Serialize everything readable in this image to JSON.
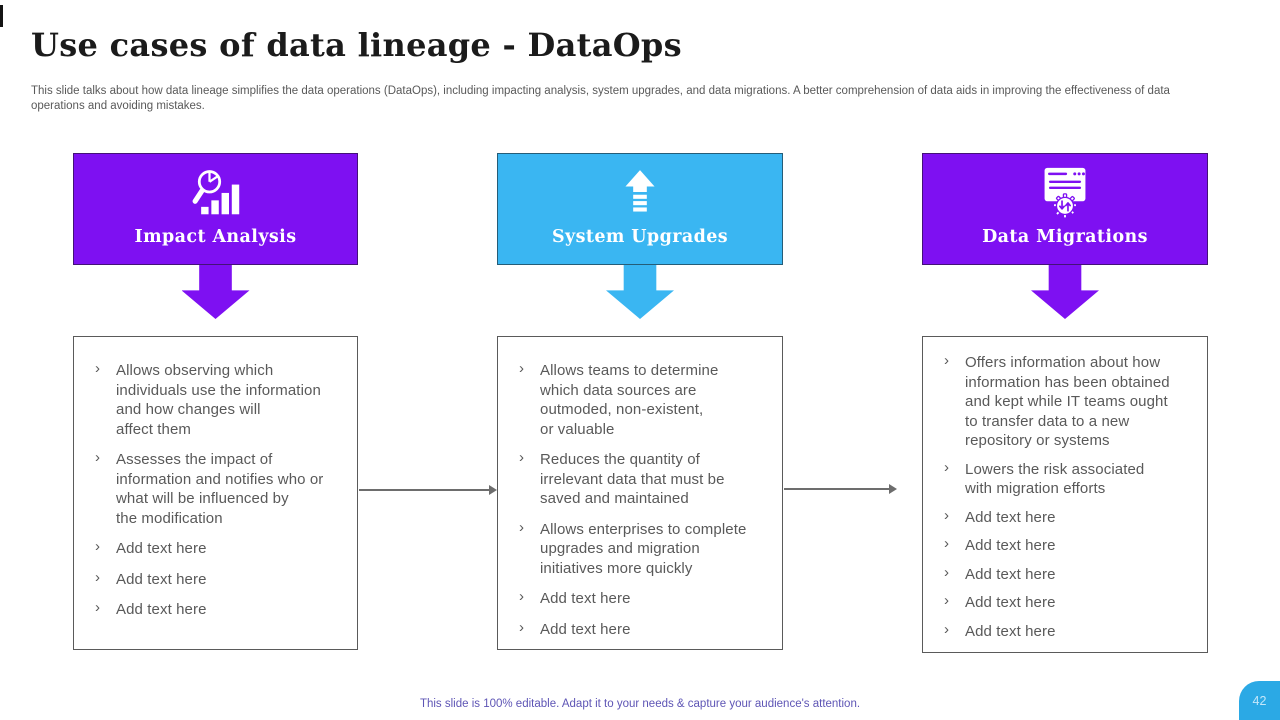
{
  "slide": {
    "title": "Use cases of data lineage - DataOps",
    "subtitle": "This slide talks about how data lineage simplifies the data operations (DataOps), including impacting analysis, system upgrades, and data migrations. A better comprehension of data aids in improving the effectiveness of data\noperations and avoiding mistakes.",
    "footer": "This slide is 100% editable. Adapt it to your needs & capture your audience's attention.",
    "page_number": "42"
  },
  "bullet_char": "›",
  "colors": {
    "purple": "#7E10F2",
    "blue": "#3AB6F2",
    "badge_blue": "#2BA9E5",
    "text_gray": "#595959",
    "title_color": "#1B1B1B",
    "footer_color": "#5E55B5",
    "border_gray": "#5A5A5A"
  },
  "columns": [
    {
      "id": "impact-analysis",
      "label": "Impact Analysis",
      "icon": "magnifier-bar-chart-icon",
      "accent": "purple",
      "bullets": [
        "Allows observing which\nindividuals use the information\nand how changes will\naffect them",
        "Assesses the impact of\ninformation and notifies who or\nwhat will be influenced by\nthe modification",
        "Add text here",
        "Add text here",
        "Add text here"
      ]
    },
    {
      "id": "system-upgrades",
      "label": "System Upgrades",
      "icon": "upgrade-up-arrow-icon",
      "accent": "blue",
      "bullets": [
        "Allows teams to determine\nwhich data sources are\noutmoded, non-existent,\nor valuable",
        "Reduces the quantity of\nirrelevant data that must be\nsaved and maintained",
        "Allows enterprises to complete\nupgrades and migration\ninitiatives more quickly",
        "Add text here",
        "Add text here"
      ]
    },
    {
      "id": "data-migrations",
      "label": "Data Migrations",
      "icon": "window-gear-transfer-icon",
      "accent": "purple",
      "bullets": [
        "Offers information about how\ninformation has been obtained\nand kept while IT teams ought\nto transfer data to a new\nrepository or systems",
        "Lowers the risk associated\nwith migration efforts",
        "Add text here",
        "Add text here",
        "Add text here",
        "Add text here",
        "Add text here"
      ]
    }
  ]
}
